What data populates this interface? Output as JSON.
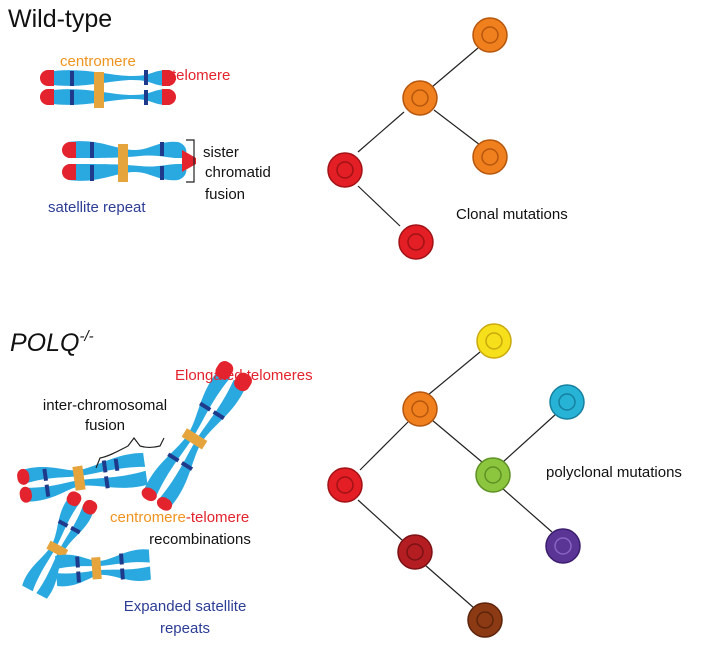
{
  "colors": {
    "chromatid": "#2aa9e0",
    "telomere": "#e3232d",
    "centromere": "#e6a53c",
    "satellite": "#1f3a8a",
    "label_orange": "#f0931e",
    "label_red": "#e3232d",
    "label_blue": "#2c3d95",
    "label_black": "#111111",
    "cell_orange": "#f0801e",
    "cell_red": "#e31e24",
    "cell_yellow": "#f5e01b",
    "cell_cyan": "#26b3d6",
    "cell_green": "#8cc63f",
    "cell_purple": "#5b3595",
    "cell_darkred": "#b41e23",
    "cell_brown": "#8b3a14"
  },
  "wildtype": {
    "title": "Wild-type",
    "centromere_label": "centromere",
    "telomere_label": "telomere",
    "sister_label_lines": [
      "sister",
      "chromatid",
      "fusion"
    ],
    "satellite_label": "satellite repeat",
    "tree_label": "Clonal mutations"
  },
  "polq": {
    "title_main": "POLQ",
    "title_sup": "-/-",
    "elongated_label": "Elongated telomeres",
    "inter_label_lines": [
      "inter-chromosomal",
      "fusion"
    ],
    "centromere_word": "centromere",
    "telomere_word": "-telomere",
    "recombinations_label": "recombinations",
    "expanded_label_lines": [
      "Expanded satellite",
      "repeats"
    ],
    "tree_label": "polyclonal mutations"
  }
}
